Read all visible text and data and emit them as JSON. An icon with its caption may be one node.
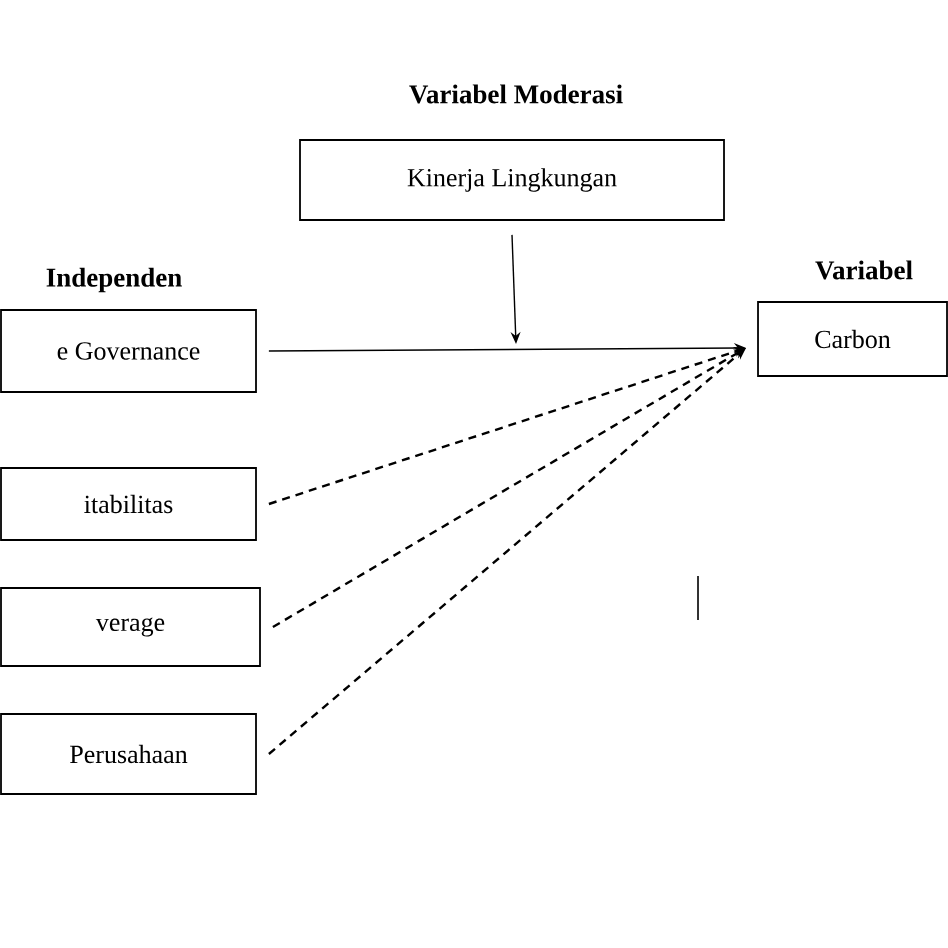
{
  "diagram": {
    "nodes": [
      {
        "text": [
          "Variabel Moderasi",
          "Kinerja Lingkungan"
        ]
      },
      {
        "text": [
          "e Governance"
        ]
      },
      {
        "text": [
          "Variabel",
          "Carbon"
        ]
      },
      {
        "text": [
          "itabilitas"
        ]
      },
      {
        "text": [
          "verage"
        ]
      },
      {
        "text": [
          "Perusahaan"
        ]
      }
    ],
    "edges": [
      {
        "from": 0,
        "to": null,
        "arrow": "to"
      },
      {
        "from": 1,
        "to": 2,
        "arrow": "to"
      },
      {
        "from": 3,
        "to": 2,
        "arrow": "to",
        "style": "dashed"
      },
      {
        "from": 4,
        "to": 2,
        "arrow": "to",
        "style": "dashed"
      },
      {
        "from": 5,
        "to": 2,
        "arrow": "to",
        "style": "dashed"
      }
    ],
    "labels": [
      "Independen"
    ]
  }
}
